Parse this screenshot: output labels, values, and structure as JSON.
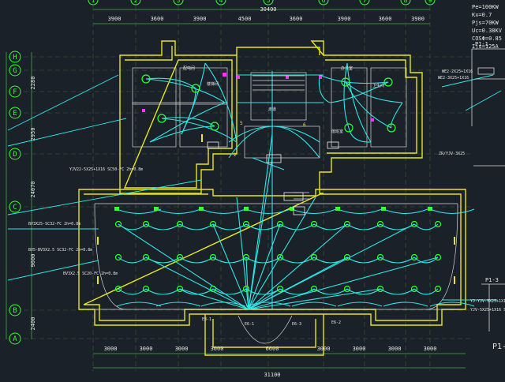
{
  "drawing": {
    "column_grid": [
      "1",
      "2",
      "3",
      "4",
      "5",
      "6",
      "7",
      "8",
      "9"
    ],
    "row_grid": [
      "H",
      "G",
      "F",
      "E",
      "D",
      "C",
      "B",
      "A"
    ],
    "top_dims": [
      "3900",
      "3600",
      "3900",
      "4500",
      "3600",
      "3900",
      "3600",
      "3900"
    ],
    "top_total": "30400",
    "bottom_dims": [
      "3000",
      "3000",
      "3000",
      "3000",
      "6600",
      "3000",
      "3000",
      "3000",
      "3000"
    ],
    "bottom_total": "31100",
    "left_dims": [
      "2280",
      "2950",
      "24070",
      "9000",
      "2400"
    ],
    "load_params": [
      "Pe=100KW",
      "Kx=0.7",
      "Pjs=70KW",
      "Uc=0.38KV",
      "COSΦ=0.85",
      "Ijs=125A"
    ],
    "panel_labels": [
      "P1-1",
      "P1-3",
      "P1-"
    ],
    "feeder_labels": [
      "WE2-2X25+1X16",
      "YJV22-5X25+1X16 SC50-FC 2h=0.8m",
      "BV3X25-SC32-FC 2h=0.8m",
      "BV5-BV3X2.5 SC32-FC 2h=0.8m",
      "BV3X2.5 SC20-FC 2h=0.8m",
      "YJ-YJV-5X25+1X16 SC",
      "YJV-5X25+1X16 SC",
      "WE2-3X25+1X16",
      "ZR/YJV-3X25"
    ],
    "room_labels": [
      "配电间",
      "办公室",
      "走道",
      "值班室",
      "楼梯间",
      "卫生间"
    ],
    "device_labels": [
      "E6-1",
      "E6-2",
      "E6-3",
      "E8-1"
    ],
    "mark_numbers": [
      "5",
      "6",
      "2"
    ]
  }
}
